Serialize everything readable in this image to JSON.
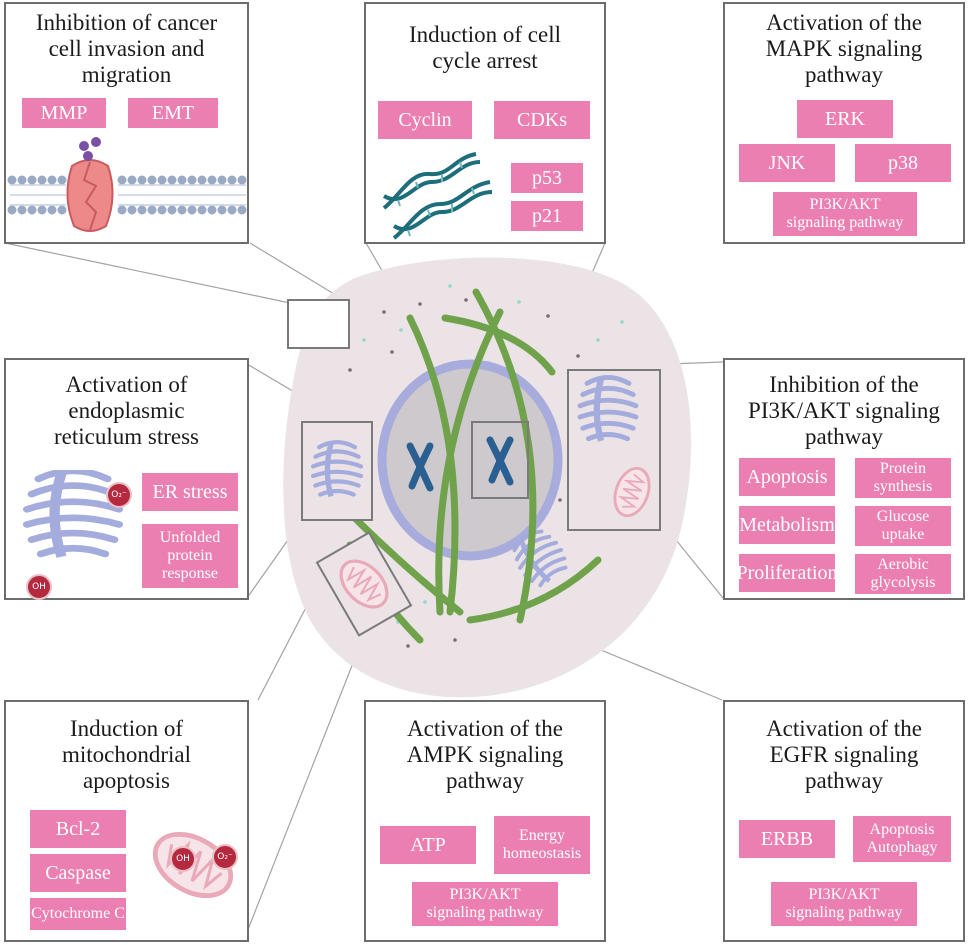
{
  "panels": {
    "invasion": {
      "title": "Inhibition of cancer\ncell invasion and\nmigration",
      "tags": [
        "MMP",
        "EMT"
      ]
    },
    "cell_cycle": {
      "title": "Induction of cell\ncycle arrest",
      "tags": [
        "Cyclin",
        "CDKs",
        "p53",
        "p21"
      ]
    },
    "mapk": {
      "title": "Activation of the\nMAPK signaling\npathway",
      "tags": [
        "ERK",
        "JNK",
        "p38",
        "PI3K/AKT\nsignaling pathway"
      ]
    },
    "er_stress": {
      "title": "Activation of\nendoplasmic\nreticulum stress",
      "tags": [
        "ER stress",
        "Unfolded\nprotein\nresponse"
      ],
      "labels": [
        "O₂⁻",
        "OH"
      ]
    },
    "pi3k": {
      "title": "Inhibition of the\nPI3K/AKT signaling\npathway",
      "tags": [
        "Apoptosis",
        "Protein\nsynthesis",
        "Metabolism",
        "Glucose\nuptake",
        "Proliferation",
        "Aerobic\nglycolysis"
      ]
    },
    "mito": {
      "title": "Induction of\nmitochondrial\napoptosis",
      "tags": [
        "Bcl-2",
        "Caspase",
        "Cytochrome C"
      ],
      "labels": [
        "OH",
        "O₂⁻"
      ]
    },
    "ampk": {
      "title": "Activation of the\nAMPK signaling\npathway",
      "tags": [
        "ATP",
        "Energy\nhomeostasis",
        "PI3K/AKT\nsignaling pathway"
      ]
    },
    "egfr": {
      "title": "Activation of the\nEGFR signaling\npathway",
      "tags": [
        "ERBB",
        "Apoptosis\nAutophagy",
        "PI3K/AKT\nsignaling pathway"
      ]
    }
  },
  "colors": {
    "tag": "#ec7fb1",
    "panel_border": "#6d6d6d",
    "cell": "#ece3e6",
    "nucleus": "#cdc9cc",
    "nuclear_envelope": "#a8acdc",
    "spindle": "#6fa24a",
    "er": "#a3acdc",
    "mitochondria": "#e9a9b8",
    "chromosome": "#2a5f92",
    "dna": "#1d6e7a",
    "ros_badge": "#b5293f",
    "membrane": "#9aa9c4",
    "transporter": "#eb8a88",
    "ligand": "#7a4fa6"
  },
  "icons": [
    "membrane-transporter-icon",
    "ligand-molecule-icon",
    "dna-double-helix-icon",
    "endoplasmic-reticulum-icon",
    "mitochondrion-icon",
    "chromosome-icon",
    "ros-radical-icon"
  ]
}
